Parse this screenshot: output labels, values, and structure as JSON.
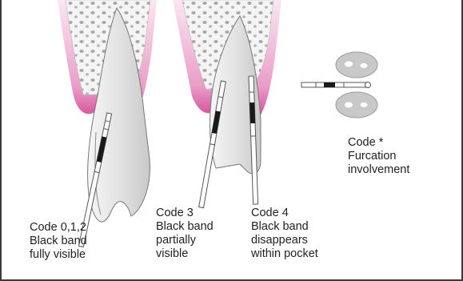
{
  "labels": {
    "code012": {
      "line1": "Code 0,1,2",
      "line2": "Black band",
      "line3": "fully visible"
    },
    "code3": {
      "line1": "Code 3",
      "line2": "Black band",
      "line3": "partially",
      "line4": "visible"
    },
    "code4": {
      "line1": "Code 4",
      "line2": "Black band",
      "line3": "disappears",
      "line4": "within pocket"
    },
    "furcation": {
      "line1": "Code *",
      "line2": "Furcation",
      "line3": "involvement"
    }
  },
  "colors": {
    "gum_pink": "#e59bc6",
    "gum_dark": "#c93a8a",
    "bone": "#f2f2f2",
    "tooth": "#e7e7e7",
    "probe_band": "#1a1a1a"
  }
}
